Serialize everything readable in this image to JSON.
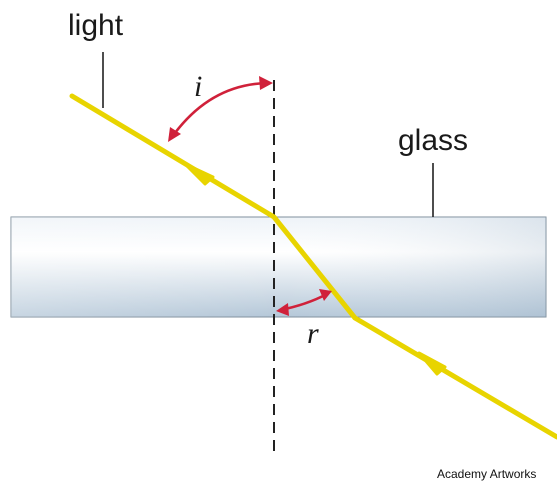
{
  "labels": {
    "light": "light",
    "glass": "glass",
    "incidence_angle": "i",
    "refraction_angle": "r",
    "credit": "Academy Artworks"
  },
  "colors": {
    "ray": "#e8d400",
    "angle_arc": "#d0213a",
    "glass_fill_light": "#ffffff",
    "glass_fill_dark": "#a9bfd2",
    "glass_edge": "#7f8f9c",
    "normal_line": "#222222"
  }
}
